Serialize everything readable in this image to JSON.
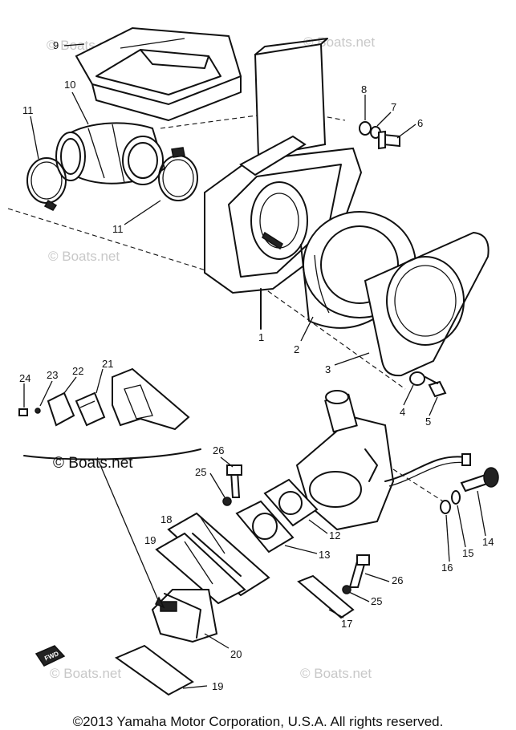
{
  "labels": {
    "p1": "1",
    "p2": "2",
    "p3": "3",
    "p4": "4",
    "p5": "5",
    "p6": "6",
    "p7": "7",
    "p8": "8",
    "p9": "9",
    "p10": "10",
    "p11a": "11",
    "p11b": "11",
    "p12": "12",
    "p13": "13",
    "p14": "14",
    "p15": "15",
    "p16": "16",
    "p17": "17",
    "p18": "18",
    "p19a": "19",
    "p19b": "19",
    "p20": "20",
    "p21": "21",
    "p22": "22",
    "p23": "23",
    "p24": "24",
    "p25a": "25",
    "p25b": "25",
    "p26a": "26",
    "p26b": "26"
  },
  "watermarks": {
    "text": "© Boats.net",
    "group_label": "© Boats.net"
  },
  "fwd_mark": "FWD",
  "copyright": "©2013 Yamaha Motor Corporation, U.S.A. All rights reserved."
}
